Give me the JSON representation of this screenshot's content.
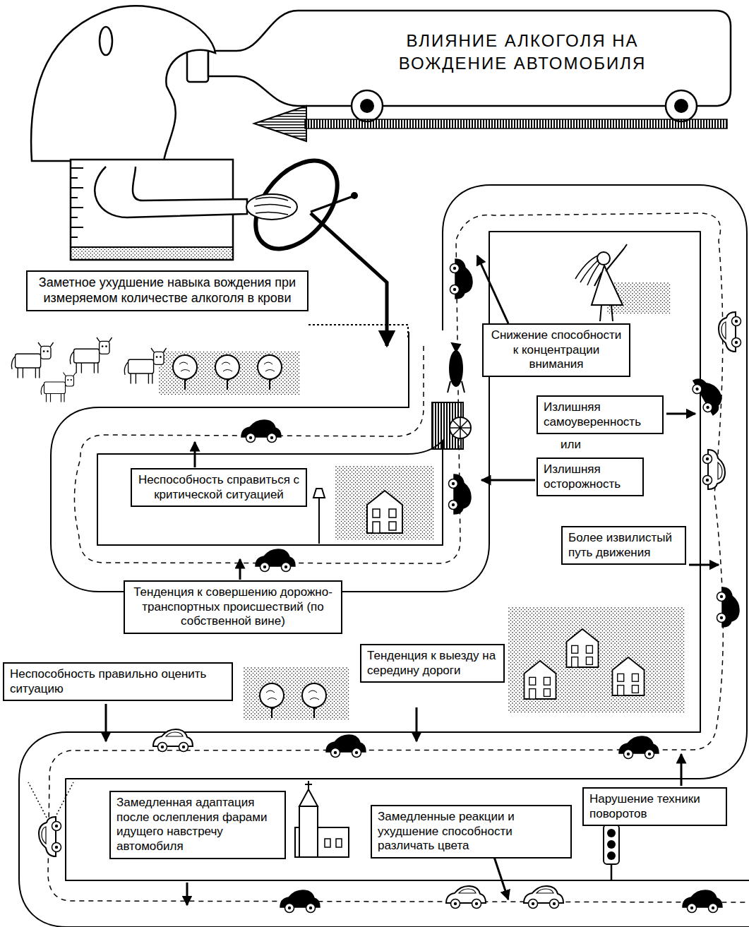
{
  "diagram": {
    "title": "ВЛИЯНИЕ АЛКОГОЛЯ НА ВОЖДЕНИЕ АВТОМОБИЛЯ",
    "nodes": [
      {
        "text": [
          "Заметное ухудшение навыка вождения при измеряемом количестве алкоголя в крови"
        ]
      },
      {
        "text": [
          "Снижение способности к концентрации внимания"
        ]
      },
      {
        "text": [
          "Излишняя самоуверенность"
        ]
      },
      {
        "text": [
          "Излишняя осторожность"
        ]
      },
      {
        "text": [
          "Неспособность справиться с критической ситуацией"
        ]
      },
      {
        "text": [
          "Более извилистый путь движения"
        ]
      },
      {
        "text": [
          "Тенденция к совершению дорожно-транспортных происшествий (по собственной вине)"
        ]
      },
      {
        "text": [
          "Неспособность правильно оценить ситуацию"
        ]
      },
      {
        "text": [
          "Тенденция к выезду на середину дороги"
        ]
      },
      {
        "text": [
          "Нарушение техники поворотов"
        ]
      },
      {
        "text": [
          "Замедленная адаптация после ослепления фарами идущего навстречу автомобиля"
        ]
      },
      {
        "text": [
          "Замедленные реакции и ухудшение способности различать цвета"
        ]
      }
    ],
    "labels": [
      "или"
    ]
  }
}
